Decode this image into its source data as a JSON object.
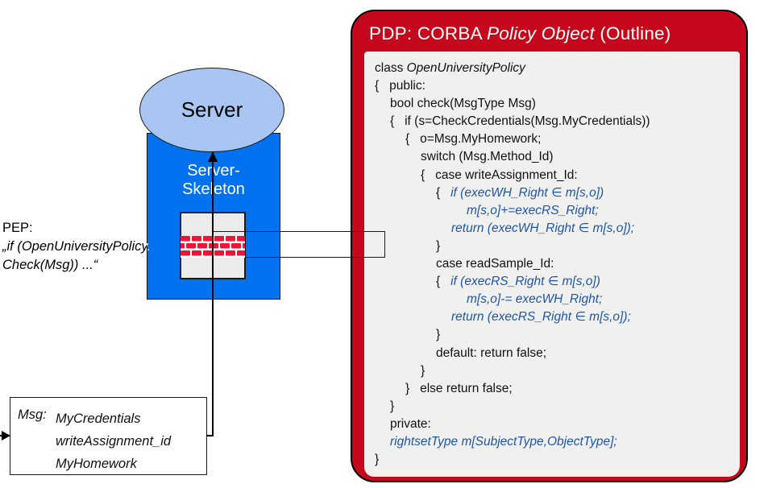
{
  "pdp": {
    "title": {
      "prefix": "PDP: CORBA ",
      "italic": "Policy Object",
      "suffix": " (Outline)"
    },
    "code_lines": [
      {
        "ind": 0,
        "segs": [
          {
            "t": "class ",
            "c": "n"
          },
          {
            "t": "OpenUniversityPolicy",
            "c": "i"
          }
        ]
      },
      {
        "ind": 0,
        "segs": [
          {
            "t": "{   public:",
            "c": "n"
          }
        ]
      },
      {
        "ind": 1,
        "segs": [
          {
            "t": "bool check(MsgType Msg)",
            "c": "n"
          }
        ]
      },
      {
        "ind": 1,
        "segs": [
          {
            "t": "{   if (s=CheckCredentials(Msg.MyCredentials))",
            "c": "n"
          }
        ]
      },
      {
        "ind": 2,
        "segs": [
          {
            "t": "{   o=Msg.MyHomework;",
            "c": "n"
          }
        ]
      },
      {
        "ind": 3,
        "segs": [
          {
            "t": "switch (Msg.Method_Id)",
            "c": "n"
          }
        ]
      },
      {
        "ind": 3,
        "segs": [
          {
            "t": "{   case writeAssignment_Id:",
            "c": "n"
          }
        ]
      },
      {
        "ind": 4,
        "segs": [
          {
            "t": "{   ",
            "c": "n"
          },
          {
            "t": "if (execWH_Right ∈ m[s,o])",
            "c": "b"
          }
        ]
      },
      {
        "ind": 6,
        "segs": [
          {
            "t": "m[s,o]+=execRS_Right;",
            "c": "b"
          }
        ]
      },
      {
        "ind": 5,
        "segs": [
          {
            "t": "return (execWH_Right ∈ m[s,o]);",
            "c": "b"
          }
        ]
      },
      {
        "ind": 4,
        "segs": [
          {
            "t": "}",
            "c": "n"
          }
        ]
      },
      {
        "ind": 4,
        "segs": [
          {
            "t": "case readSample_Id:",
            "c": "n"
          }
        ]
      },
      {
        "ind": 4,
        "segs": [
          {
            "t": "{   ",
            "c": "n"
          },
          {
            "t": "if (execRS_Right ∈ m[s,o])",
            "c": "b"
          }
        ]
      },
      {
        "ind": 6,
        "segs": [
          {
            "t": "m[s,o]-= execWH_Right;",
            "c": "b"
          }
        ]
      },
      {
        "ind": 5,
        "segs": [
          {
            "t": "return (execRS_Right ∈ m[s,o]);",
            "c": "b"
          }
        ]
      },
      {
        "ind": 4,
        "segs": [
          {
            "t": "}",
            "c": "n"
          }
        ]
      },
      {
        "ind": 4,
        "segs": [
          {
            "t": "default: return false;",
            "c": "n"
          }
        ]
      },
      {
        "ind": 3,
        "segs": [
          {
            "t": "}",
            "c": "n"
          }
        ]
      },
      {
        "ind": 2,
        "segs": [
          {
            "t": "}   else return false;",
            "c": "n"
          }
        ]
      },
      {
        "ind": 1,
        "segs": [
          {
            "t": "}",
            "c": "n"
          }
        ]
      },
      {
        "ind": 1,
        "segs": [
          {
            "t": "private:",
            "c": "n"
          }
        ]
      },
      {
        "ind": 1,
        "segs": [
          {
            "t": "rightsetType m[SubjectType,ObjectType];",
            "c": "b"
          }
        ]
      },
      {
        "ind": 0,
        "segs": [
          {
            "t": "}",
            "c": "n"
          }
        ]
      }
    ]
  },
  "server": {
    "label": "Server"
  },
  "skeleton": {
    "line1": "Server-",
    "line2": "Skeleton"
  },
  "pep": {
    "line1": "PEP:",
    "line2": "„if (OpenUniversityPolicy.",
    "line3": "Check(Msg)) ...“"
  },
  "msg_box": {
    "label": "Msg:",
    "items": [
      "MyCredentials",
      "writeAssignment_id",
      "MyHomework"
    ]
  },
  "colors": {
    "pdp_red": "#C5081C",
    "server_blue": "#0071EF",
    "ellipse_blue": "#A9C6F3",
    "panel_gray": "#F0F0EF",
    "code_blue": "#1F55A8",
    "brick_red": "#EE1539"
  }
}
